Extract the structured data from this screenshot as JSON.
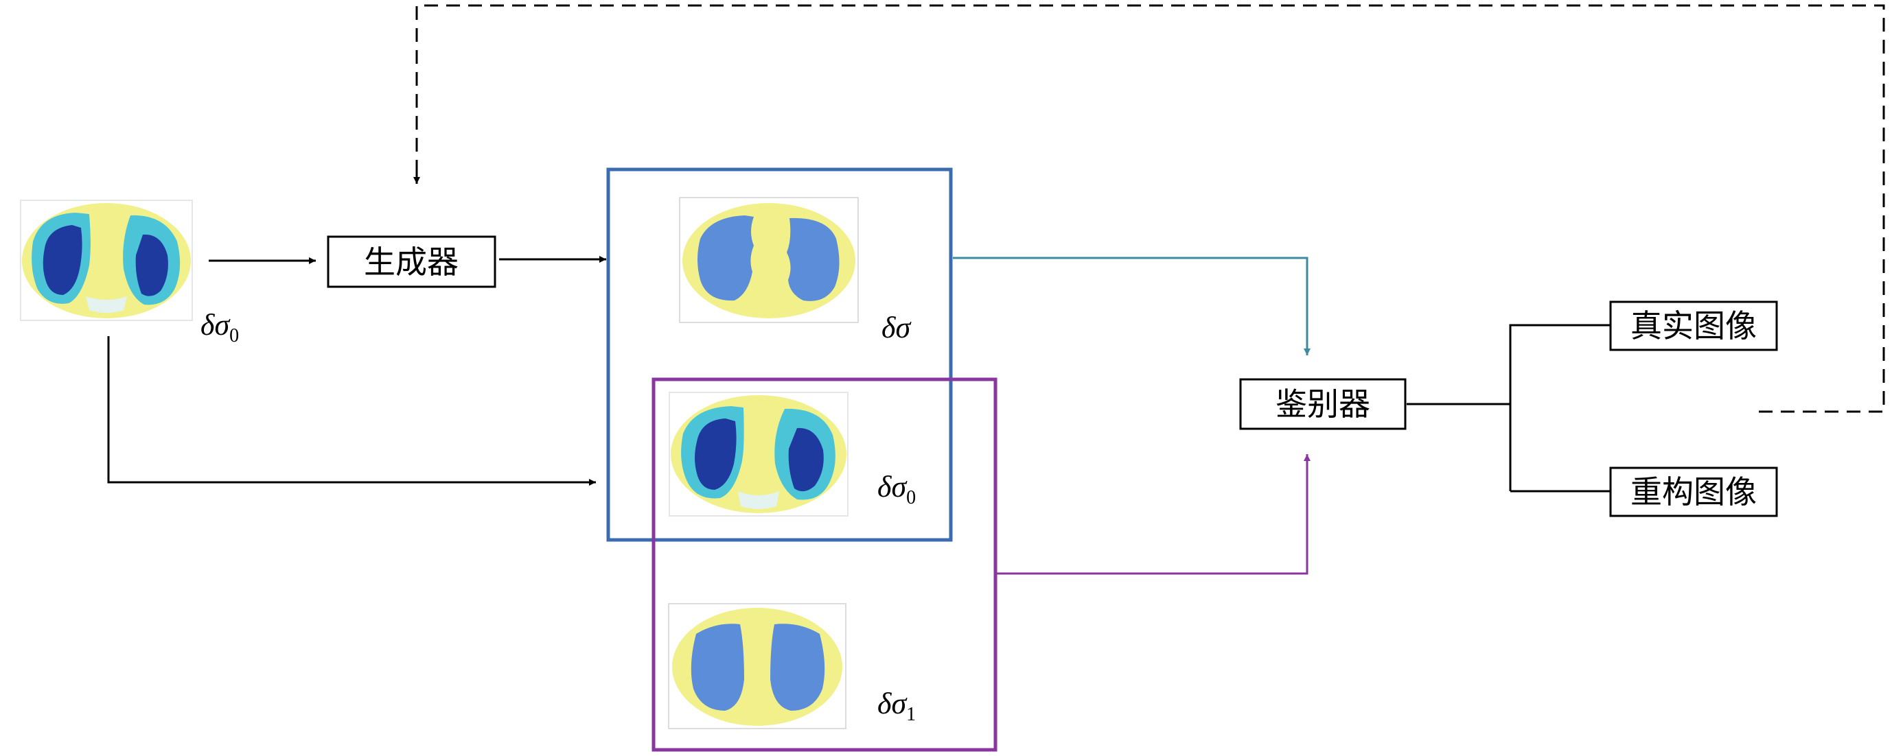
{
  "diagram": {
    "nodes": {
      "generator": "生成器",
      "discriminator": "鉴别器",
      "real_image": "真实图像",
      "reconstructed_image": "重构图像"
    },
    "symbols": {
      "input": {
        "base": "δσ",
        "sub": "0"
      },
      "generated": {
        "base": "δσ",
        "sub": ""
      },
      "pair_input": {
        "base": "δσ",
        "sub": "0"
      },
      "ground_truth": {
        "base": "δσ",
        "sub": "1"
      }
    },
    "colors": {
      "line": "#000000",
      "fake_pair_frame": "#3b6cb0",
      "real_pair_frame": "#8a36a0",
      "teal_arrow": "#3d8a9c",
      "purple_arrow": "#8a36a0",
      "torso_yellow": "#f2f08a",
      "lung_blue": "#5b8dd9",
      "lung_dark": "#1f3a9e",
      "lung_cyan": "#4cc4d8"
    }
  }
}
